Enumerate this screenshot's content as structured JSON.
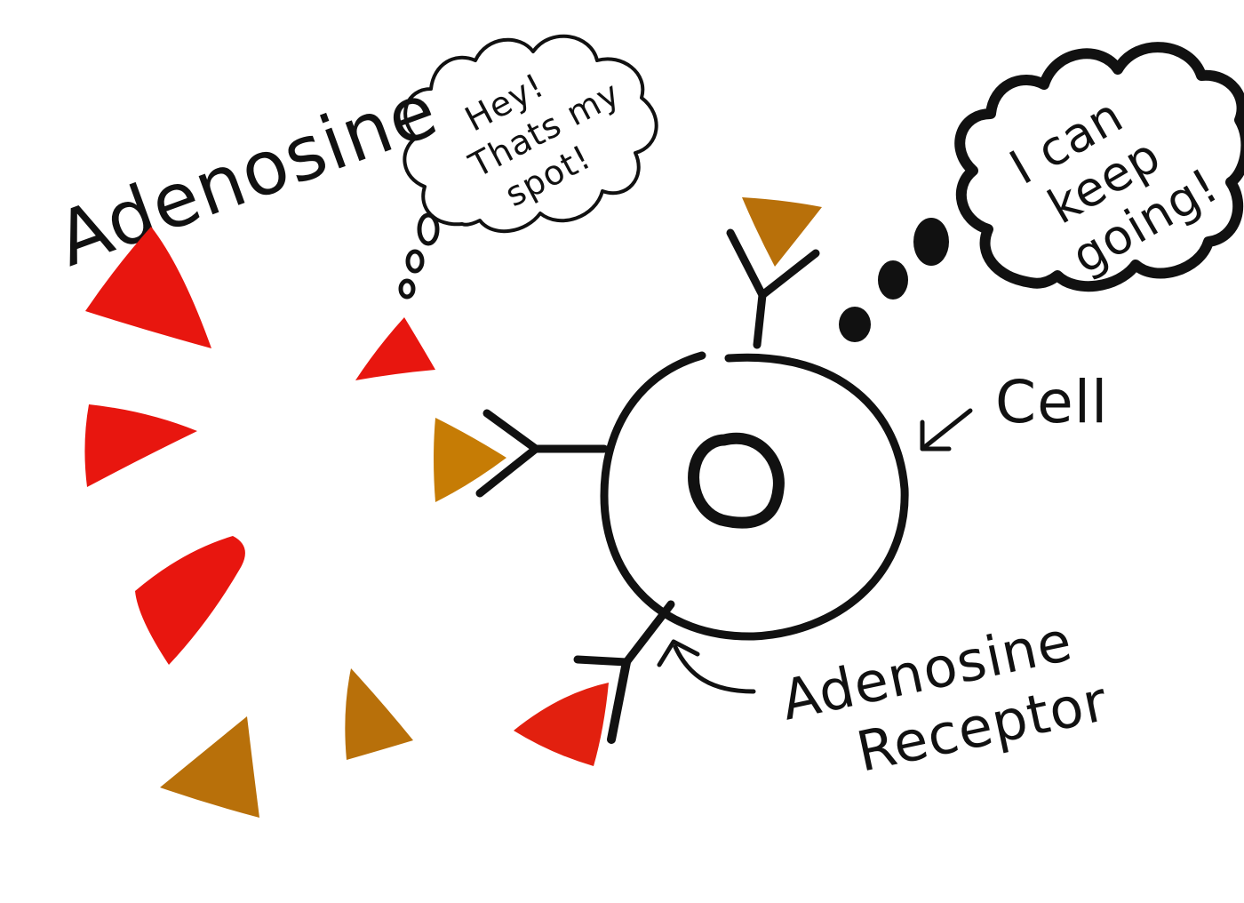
{
  "labels": {
    "adenosine_heading": "Adenosine",
    "cell": "Cell",
    "receptor_line1": "Adenosine",
    "receptor_line2": "Receptor"
  },
  "thought_bubbles": {
    "left_line1": "Hey!",
    "left_line2": "Thats my",
    "left_line3": "spot!",
    "right_line1": "I can",
    "right_line2": "keep",
    "right_line3": "going!"
  },
  "colors": {
    "adenosine_red": "#e8160f",
    "caffeine_brown": "#b8700a",
    "ink": "#111111",
    "background": "#ffffff"
  }
}
